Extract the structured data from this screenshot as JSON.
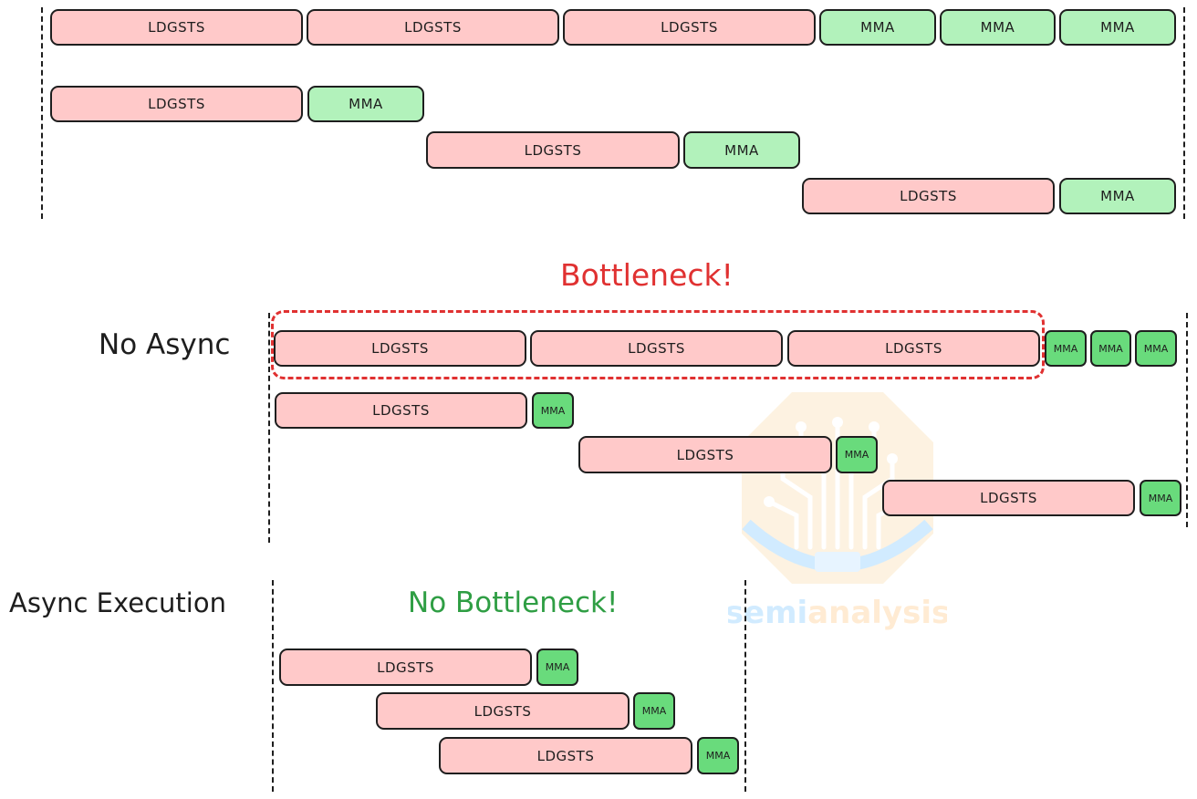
{
  "labels": {
    "ldgsts": "LDGSTS",
    "mma": "MMA",
    "bottleneck": "Bottleneck!",
    "no_async": "No Async",
    "async_execution": "Async Execution",
    "no_bottleneck": "No Bottleneck!",
    "watermark": "semianalysis"
  },
  "colors": {
    "ldgsts_fill": "#ffc9c9",
    "mma_light_fill": "#b2f2bb",
    "mma_dark_fill": "#69db7c",
    "bottleneck_red": "#e03131",
    "no_bottleneck_green": "#2f9e44",
    "stroke": "#1e1e1e"
  }
}
